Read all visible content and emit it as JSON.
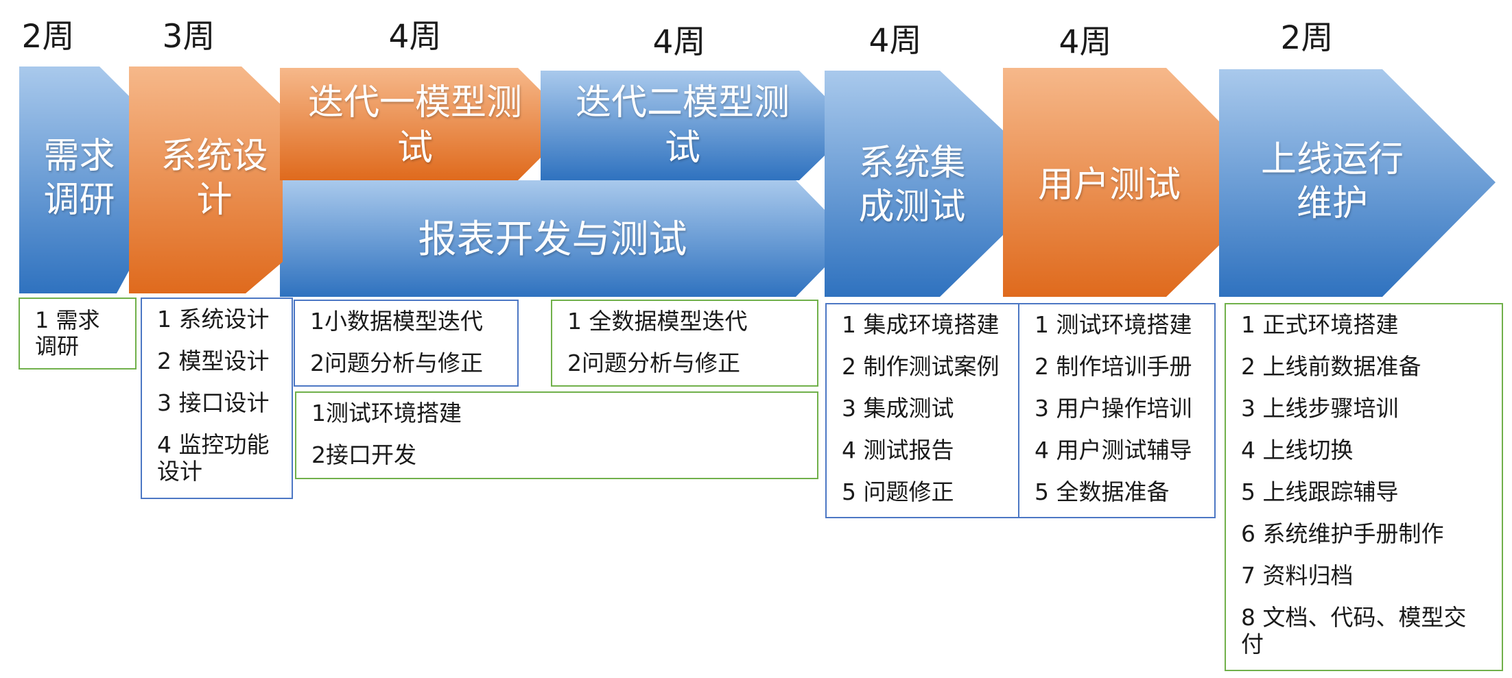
{
  "colors": {
    "blue_top": "#a9c9ec",
    "blue_bottom": "#2f72bf",
    "orange_top": "#f6b88a",
    "orange_bottom": "#df6a1d",
    "green_border": "#70b04a",
    "blue_border": "#4c77c4"
  },
  "phases": [
    {
      "duration": "2周",
      "label": "需求\n调研"
    },
    {
      "duration": "3周",
      "label": "系统设\n计"
    },
    {
      "duration": "4周",
      "label": "迭代一模型测\n试"
    },
    {
      "duration": "4周",
      "label": "迭代二模型测\n试"
    },
    {
      "duration": "4周",
      "label": "系统集\n成测试"
    },
    {
      "duration": "4周",
      "label": "用户测试"
    },
    {
      "duration": "2周",
      "label": "上线运行\n维护"
    }
  ],
  "parallel_track": {
    "label": "报表开发与测试"
  },
  "task_boxes": [
    {
      "items": [
        "1 需求\n调研"
      ]
    },
    {
      "items": [
        "1 系统设计",
        "2 模型设计",
        "3 接口设计",
        "4 监控功能\n设计"
      ]
    },
    {
      "items": [
        "1小数据模型迭代",
        "2问题分析与修正"
      ]
    },
    {
      "items": [
        "1 全数据模型迭代",
        "2问题分析与修正"
      ]
    },
    {
      "items": [
        "1测试环境搭建",
        "2接口开发"
      ]
    },
    {
      "items": [
        "1 集成环境搭建",
        "2 制作测试案例",
        "3 集成测试",
        "4 测试报告",
        "5 问题修正"
      ]
    },
    {
      "items": [
        "1 测试环境搭建",
        "2 制作培训手册",
        "3 用户操作培训",
        "4 用户测试辅导",
        "5 全数据准备"
      ]
    },
    {
      "items": [
        "1 正式环境搭建",
        "2 上线前数据准备",
        "3 上线步骤培训",
        "4 上线切换",
        "5 上线跟踪辅导",
        "6 系统维护手册制作",
        "7 资料归档",
        "8 文档、代码、模型交\n付"
      ]
    }
  ]
}
